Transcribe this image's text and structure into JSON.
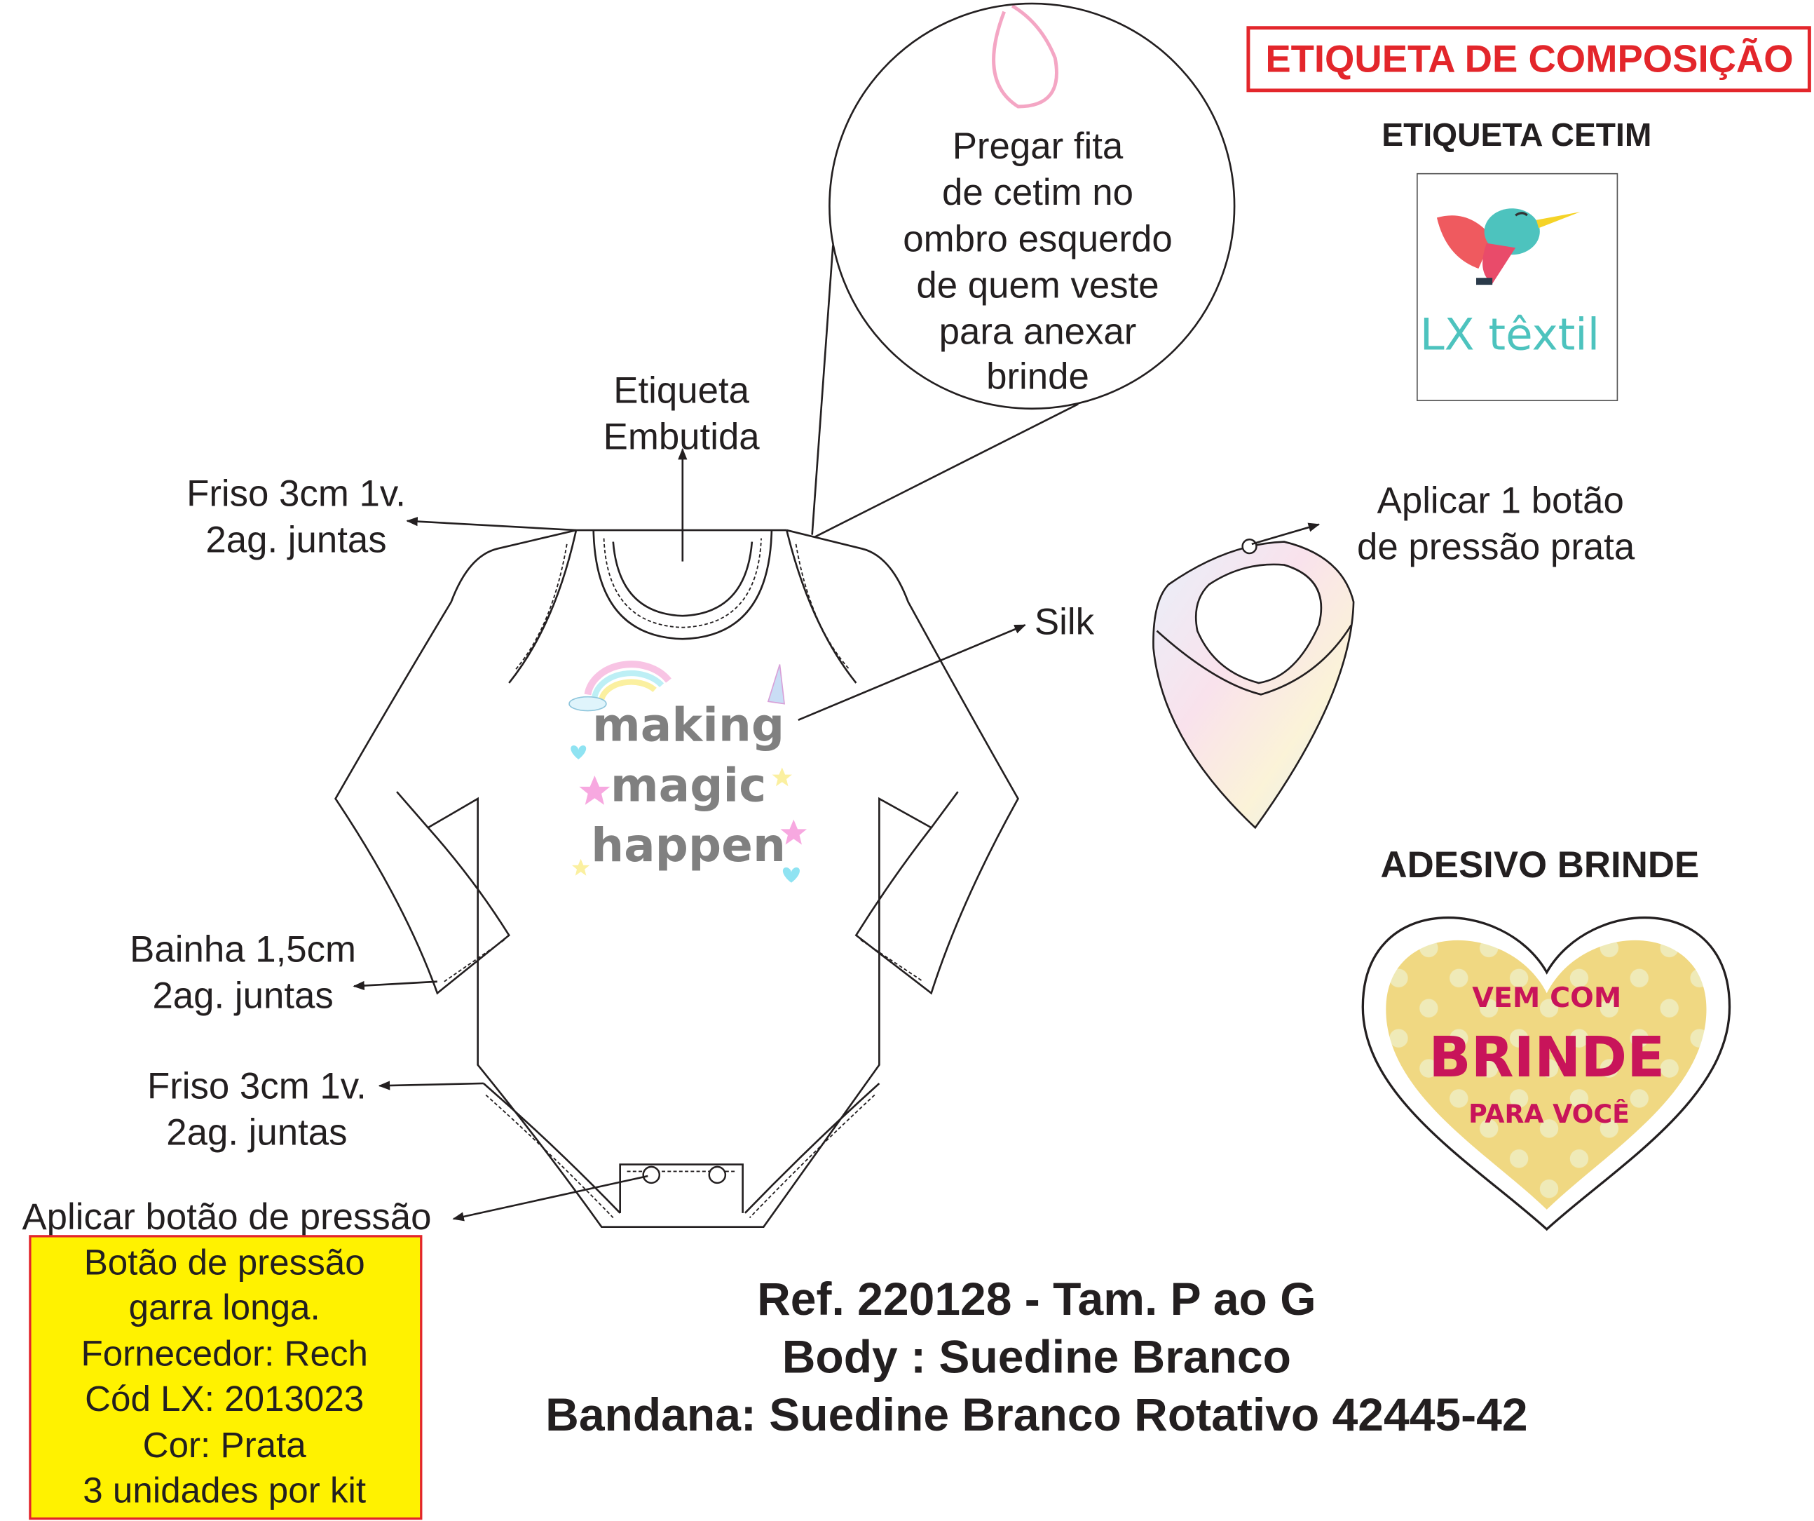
{
  "composition_label": "ETIQUETA DE COMPOSIÇÃO",
  "satin_label": {
    "title": "ETIQUETA CETIM",
    "brand": "LX têxtil"
  },
  "ribbon_note": [
    "Pregar fita",
    "de cetim no",
    "ombro esquerdo",
    "de quem veste",
    "para anexar",
    "brinde"
  ],
  "embedded_label": [
    "Etiqueta",
    "Embutida"
  ],
  "neck_trim": [
    "Friso 3cm 1v.",
    "2ag. juntas"
  ],
  "silk": "Silk",
  "silk_print": [
    "making",
    "magic",
    "happen"
  ],
  "bandana_button": [
    "Aplicar 1 botão",
    "de pressão prata"
  ],
  "sticker": {
    "title": "ADESIVO BRINDE",
    "lines": [
      "VEM COM",
      "BRINDE",
      "PARA VOCÊ"
    ]
  },
  "sleeve_hem": [
    "Bainha 1,5cm",
    "2ag. juntas"
  ],
  "leg_trim": [
    "Friso 3cm 1v.",
    "2ag. juntas"
  ],
  "snap_button": "Aplicar botão de pressão",
  "snap_info": [
    "Botão de pressão",
    "garra longa.",
    "Fornecedor: Rech",
    "Cód LX: 2013023",
    "Cor: Prata",
    "3 unidades por kit"
  ],
  "product": [
    "Ref. 220128 - Tam. P ao G",
    "Body : Suedine Branco",
    "Bandana: Suedine Branco Rotativo 42445-42"
  ],
  "colors": {
    "red": "#e3262b",
    "yellow": "#fff200",
    "sticker": "#f0d882",
    "sticker_text": "#c8145a",
    "teal": "#4dc3be"
  }
}
